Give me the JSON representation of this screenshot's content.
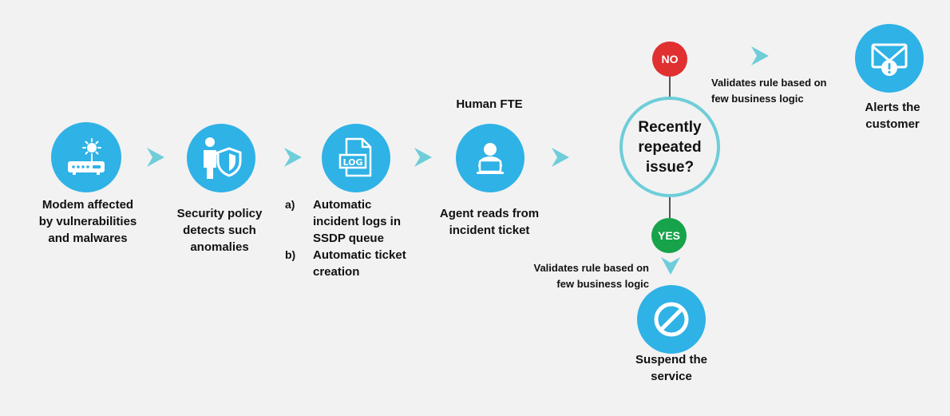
{
  "steps": {
    "modem": {
      "label": "Modem affected by vulnerabilities and malwares"
    },
    "security": {
      "label": "Security policy detects such anomalies"
    },
    "logs": {
      "items": [
        {
          "marker": "a)",
          "text": "Automatic incident logs in SSDP queue"
        },
        {
          "marker": "b)",
          "text": "Automatic ticket creation"
        }
      ]
    },
    "agent": {
      "heading": "Human FTE",
      "label": "Agent reads from incident ticket"
    },
    "decision": {
      "text": "Recently repeated issue?"
    },
    "alerts": {
      "label": "Alerts the customer"
    },
    "suspend": {
      "label": "Suspend the service"
    }
  },
  "branches": {
    "no": {
      "badge": "NO",
      "note": "Validates rule based on few business logic"
    },
    "yes": {
      "badge": "YES",
      "note": "Validates rule based on few business logic"
    }
  },
  "icon_names": [
    "modem-icon",
    "security-officer-shield-icon",
    "log-file-icon",
    "agent-laptop-icon",
    "mail-alert-icon",
    "prohibited-icon",
    "chevron-right-icon",
    "chevron-down-icon"
  ],
  "colors": {
    "icon_circle": "#2fb2e6",
    "chevron": "#6ecdd9",
    "decision_ring": "#6ecdd9",
    "no_badge": "#e03030",
    "yes_badge": "#16a34a",
    "background": "#f2f2f2"
  }
}
